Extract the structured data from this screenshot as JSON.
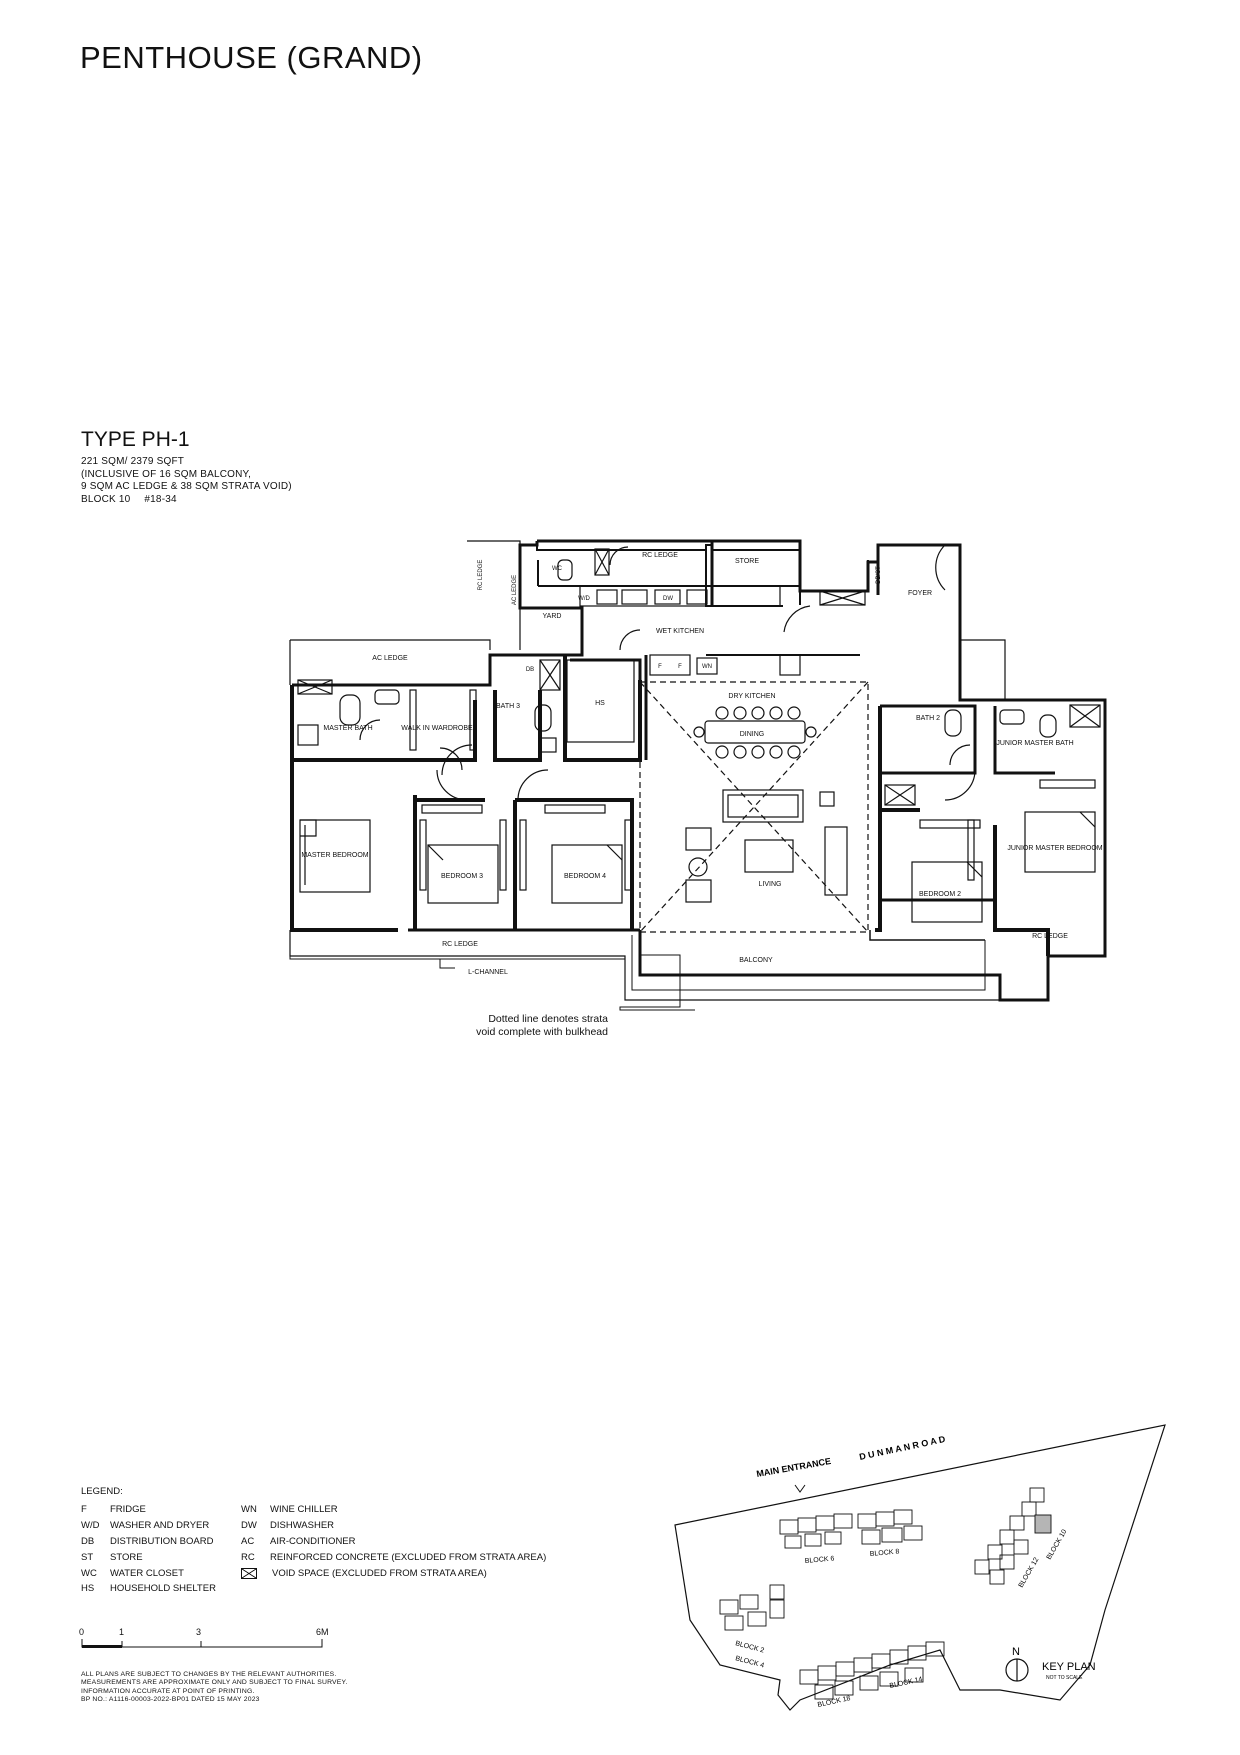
{
  "page_title": "PENTHOUSE (GRAND)",
  "unit": {
    "type_title": "TYPE PH-1",
    "area": "221 SQM/ 2379 SQFT",
    "inclusive_line1": "(INCLUSIVE OF 16 SQM BALCONY,",
    "inclusive_line2": "9 SQM AC LEDGE & 38 SQM STRATA VOID)",
    "block": "BLOCK 10",
    "unit_no": "#18-34"
  },
  "plan_labels": {
    "rc_ledge_top": "RC LEDGE",
    "store": "STORE",
    "db": "DB/ST",
    "foyer": "FOYER",
    "rc_ledge_vert": "RC LEDGE",
    "ac_ledge_vert": "AC LEDGE",
    "wc": "WC",
    "wd": "W/D",
    "dw": "DW",
    "yard": "YARD",
    "wet_kitchen": "WET KITCHEN",
    "f1": "F",
    "f2": "F",
    "wn": "WN",
    "ac_ledge": "AC LEDGE",
    "hs_db": "DB",
    "hs": "HS",
    "bath3": "BATH 3",
    "dry_kitchen": "DRY KITCHEN",
    "dining": "DINING",
    "master_bath": "MASTER BATH",
    "walk_in": "WALK IN WARDROBE",
    "bath2": "BATH 2",
    "junior_master_bath": "JUNIOR MASTER BATH",
    "master_bedroom": "MASTER BEDROOM",
    "bedroom3": "BEDROOM 3",
    "bedroom4": "BEDROOM 4",
    "living": "LIVING",
    "bedroom2": "BEDROOM 2",
    "junior_master_bedroom": "JUNIOR MASTER BEDROOM",
    "rc_ledge_bottom": "RC LEDGE",
    "rc_ledge_right": "RC LEDGE",
    "balcony": "BALCONY",
    "lchannel": "L-CHANNEL"
  },
  "strata_note_line1": "Dotted line denotes strata",
  "strata_note_line2": "void complete with bulkhead",
  "legend": {
    "title": "LEGEND:",
    "left": [
      {
        "abbr": "F",
        "text": "FRIDGE"
      },
      {
        "abbr": "W/D",
        "text": "WASHER AND DRYER"
      },
      {
        "abbr": "DB",
        "text": "DISTRIBUTION BOARD"
      },
      {
        "abbr": "ST",
        "text": "STORE"
      },
      {
        "abbr": "WC",
        "text": "WATER CLOSET"
      },
      {
        "abbr": "HS",
        "text": "HOUSEHOLD SHELTER"
      }
    ],
    "right": [
      {
        "abbr": "WN",
        "text": "WINE CHILLER"
      },
      {
        "abbr": "DW",
        "text": "DISHWASHER"
      },
      {
        "abbr": "AC",
        "text": "AIR-CONDITIONER"
      },
      {
        "abbr": "RC",
        "text": "REINFORCED CONCRETE (EXCLUDED FROM STRATA AREA)"
      }
    ],
    "void_text": "VOID SPACE (EXCLUDED FROM STRATA AREA)"
  },
  "scale": {
    "t0": "0",
    "t1": "1",
    "t3": "3",
    "t6": "6M"
  },
  "disclaimer": {
    "line1": "ALL PLANS ARE SUBJECT TO CHANGES BY THE RELEVANT AUTHORITIES.",
    "line2": "MEASUREMENTS ARE APPROXIMATE ONLY AND SUBJECT TO FINAL SURVEY.",
    "line3": "INFORMATION ACCURATE AT POINT OF PRINTING.",
    "line4": "BP NO.: A1116-00003-2022-BP01 DATED 15 MAY 2023"
  },
  "key_plan": {
    "title": "KEY PLAN",
    "subtitle": "NOT TO SCALE",
    "north": "N",
    "road": "D U N M A N   R O A D",
    "main_entrance": "MAIN ENTRANCE",
    "blocks": [
      "BLOCK 6",
      "BLOCK 8",
      "BLOCK 2",
      "BLOCK 4",
      "BLOCK 10",
      "BLOCK 12",
      "BLOCK 14",
      "BLOCK 18"
    ]
  },
  "colors": {
    "ink": "#111111",
    "paper": "#ffffff",
    "highlight": "#b5b5b5"
  }
}
